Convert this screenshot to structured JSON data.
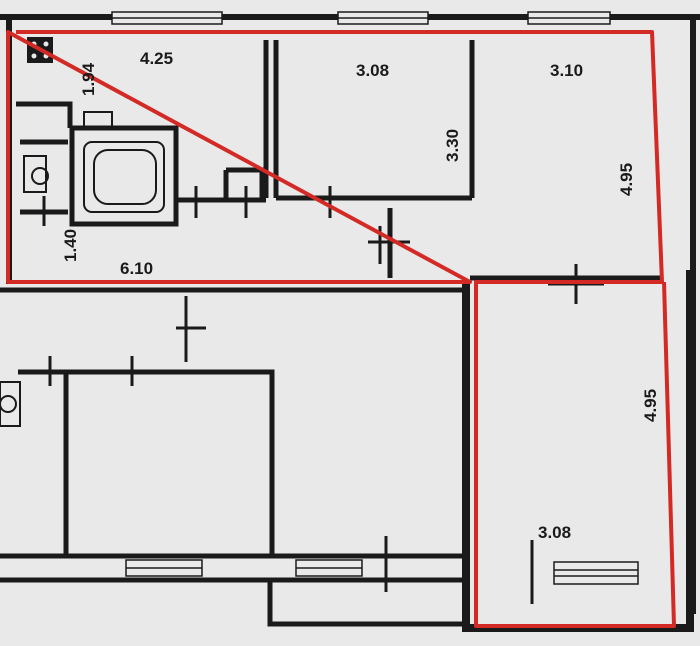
{
  "colors": {
    "paper": "#e9e9e9",
    "wall": "#1a1a1a",
    "highlight": "#d42a26"
  },
  "dimensions": {
    "kitchen_width": "4.25",
    "kitchen_side": "1.94",
    "room_middle_width": "3.08",
    "room_middle_depth": "3.30",
    "room_right_width": "3.10",
    "room_right_depth": "4.95",
    "hall_length": "6.10",
    "hall_width": "1.40",
    "room_lower_right_depth": "4.95",
    "room_lower_right_width": "3.08"
  }
}
